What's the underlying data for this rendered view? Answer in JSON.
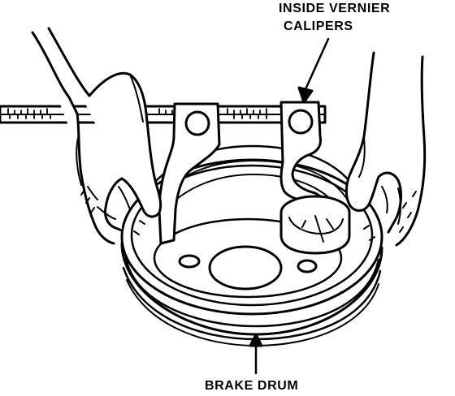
{
  "labels": {
    "calipers_line1": "INSIDE VERNIER",
    "calipers_line2": "CALIPERS",
    "drum": "BRAKE DRUM"
  },
  "colors": {
    "ink": "#000000",
    "paper": "#ffffff"
  }
}
